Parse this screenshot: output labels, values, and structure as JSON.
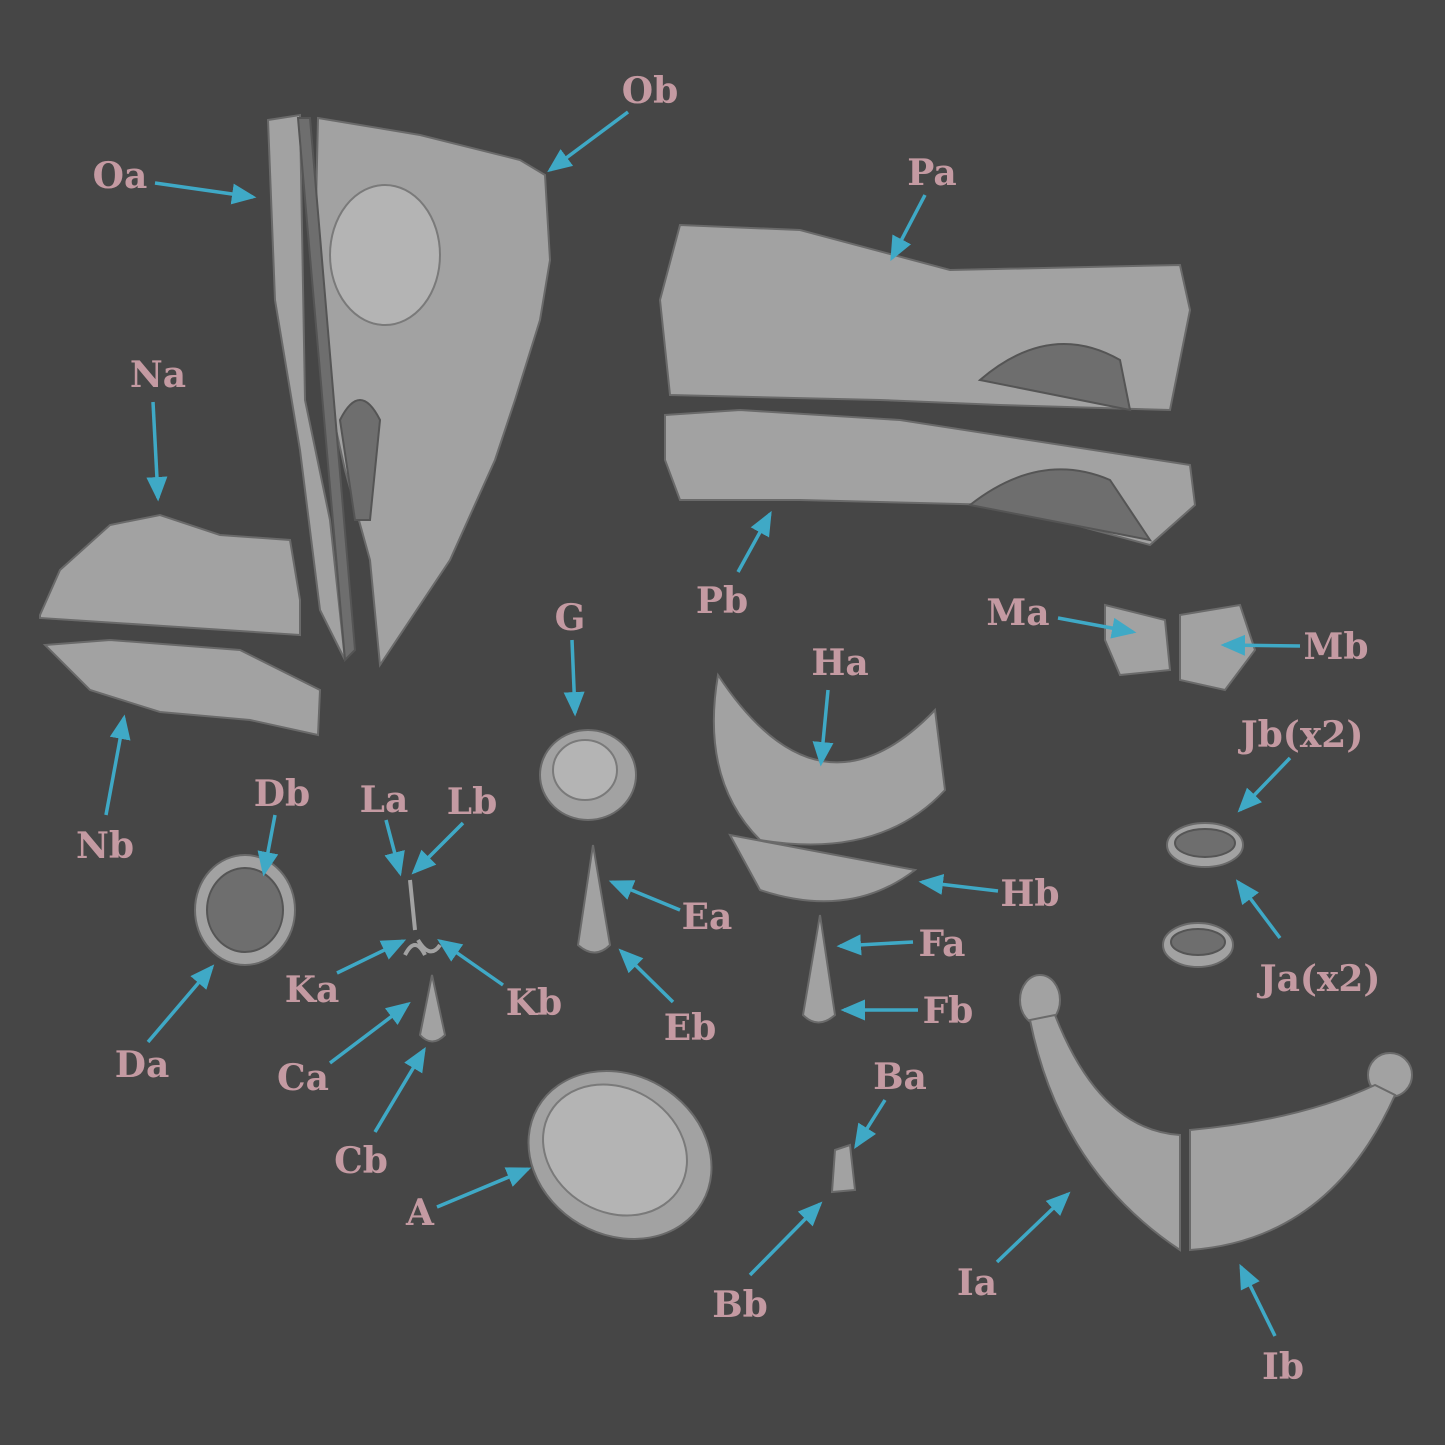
{
  "labels": {
    "Ob": "Ob",
    "Oa": "Oa",
    "Pa": "Pa",
    "Na": "Na",
    "Nb": "Nb",
    "Pb": "Pb",
    "G": "G",
    "Ma": "Ma",
    "Mb": "Mb",
    "Ha": "Ha",
    "Jb": "Jb(x2)",
    "Db": "Db",
    "La": "La",
    "Lb": "Lb",
    "Ea": "Ea",
    "Hb": "Hb",
    "Fa": "Fa",
    "Ka": "Ka",
    "Kb": "Kb",
    "Ja": "Ja(x2)",
    "Fb": "Fb",
    "Da": "Da",
    "Eb": "Eb",
    "Ca": "Ca",
    "Ba": "Ba",
    "Cb": "Cb",
    "A": "A",
    "Ia": "Ia",
    "Bb": "Bb",
    "Ib": "Ib"
  },
  "colors": {
    "background": "#464646",
    "label": "#c49aa2",
    "arrow": "#3fa9c6",
    "part": "#a2a2a2"
  }
}
